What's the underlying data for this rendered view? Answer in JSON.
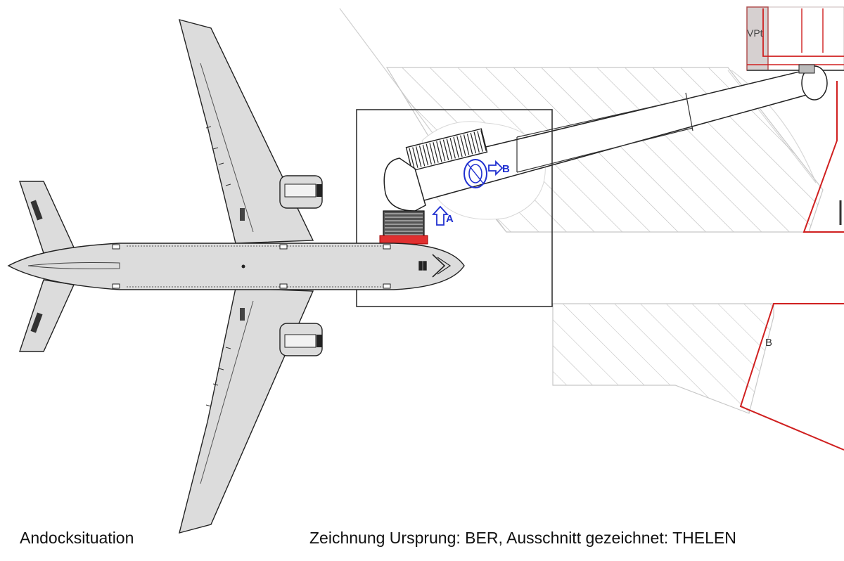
{
  "captions": {
    "left": "Andocksituation",
    "right": "Zeichnung Ursprung: BER,  Ausschnitt gezeichnet: THELEN"
  },
  "labels": {
    "arrow_a": "A",
    "arrow_b": "B",
    "area_b": "B",
    "vp": "VPt"
  },
  "colors": {
    "aircraft_fill": "#dcdcdc",
    "line": "#222222",
    "hatch": "#b8b8b8",
    "red": "#d02020",
    "blue": "#2030d0",
    "frame": "#333333"
  }
}
